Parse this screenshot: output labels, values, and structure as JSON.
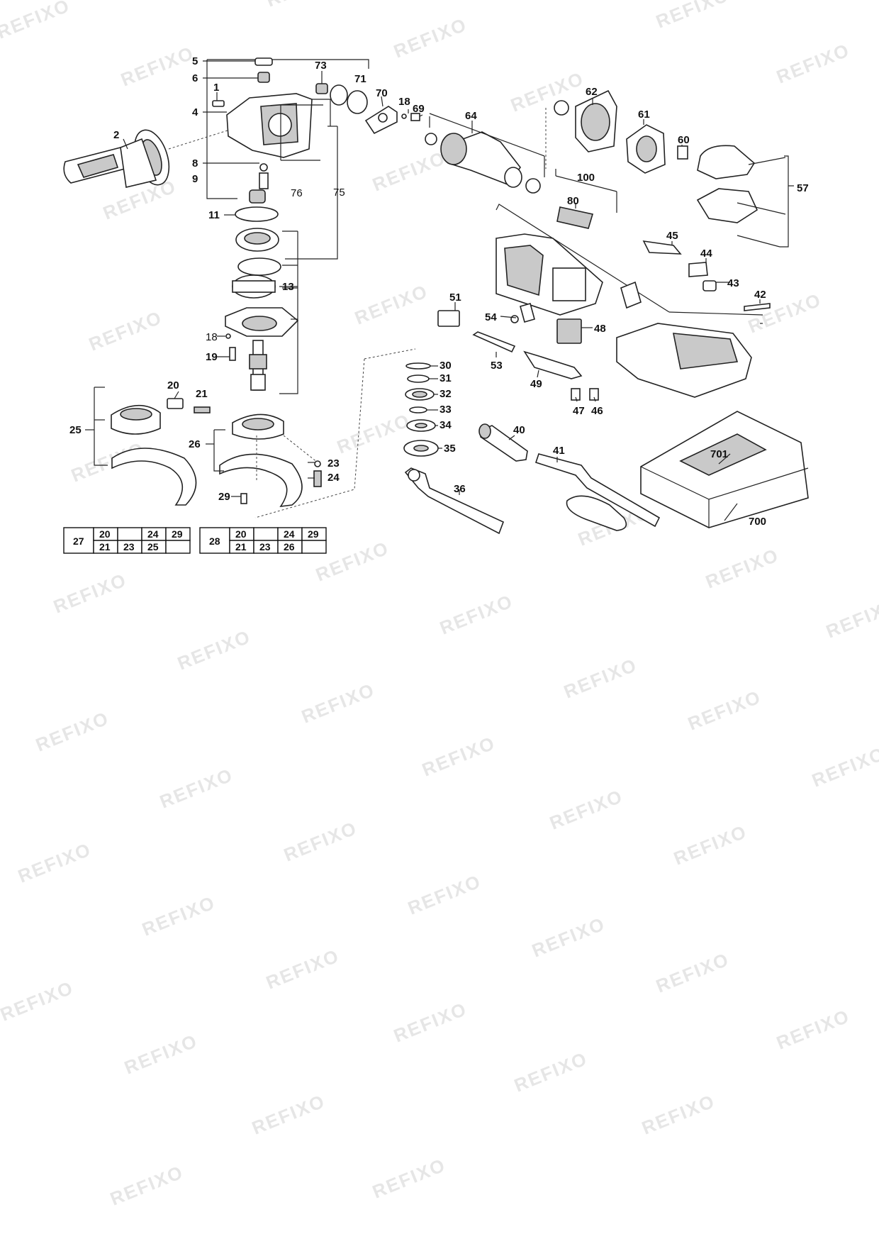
{
  "watermark": "REFIXO",
  "parts": {
    "p1": "1",
    "p2": "2",
    "p4": "4",
    "p5": "5",
    "p6": "6",
    "p8": "8",
    "p9": "9",
    "p11": "11",
    "p13": "13",
    "p18a": "18",
    "p18b": "18",
    "p19": "19",
    "p20": "20",
    "p21": "21",
    "p23": "23",
    "p24": "24",
    "p25": "25",
    "p26": "26",
    "p29": "29",
    "p30": "30",
    "p31": "31",
    "p32": "32",
    "p33": "33",
    "p34": "34",
    "p35": "35",
    "p36": "36",
    "p40": "40",
    "p41": "41",
    "p42": "42",
    "p43": "43",
    "p44": "44",
    "p45": "45",
    "p46": "46",
    "p47": "47",
    "p48": "48",
    "p49": "49",
    "p51": "51",
    "p53": "53",
    "p54": "54",
    "p57": "57",
    "p60": "60",
    "p61": "61",
    "p62": "62",
    "p64": "64",
    "p69": "69",
    "p70": "70",
    "p71": "71",
    "p73": "73",
    "p75": "75",
    "p76": "76",
    "p80": "80",
    "p100": "100",
    "p700": "700",
    "p701": "701"
  },
  "kit_tables": [
    {
      "label": "27",
      "row1": [
        "20",
        "",
        "24",
        "29"
      ],
      "row2": [
        "21",
        "23",
        "25",
        ""
      ]
    },
    {
      "label": "28",
      "row1": [
        "20",
        "",
        "24",
        "29"
      ],
      "row2": [
        "21",
        "23",
        "26",
        ""
      ]
    }
  ]
}
